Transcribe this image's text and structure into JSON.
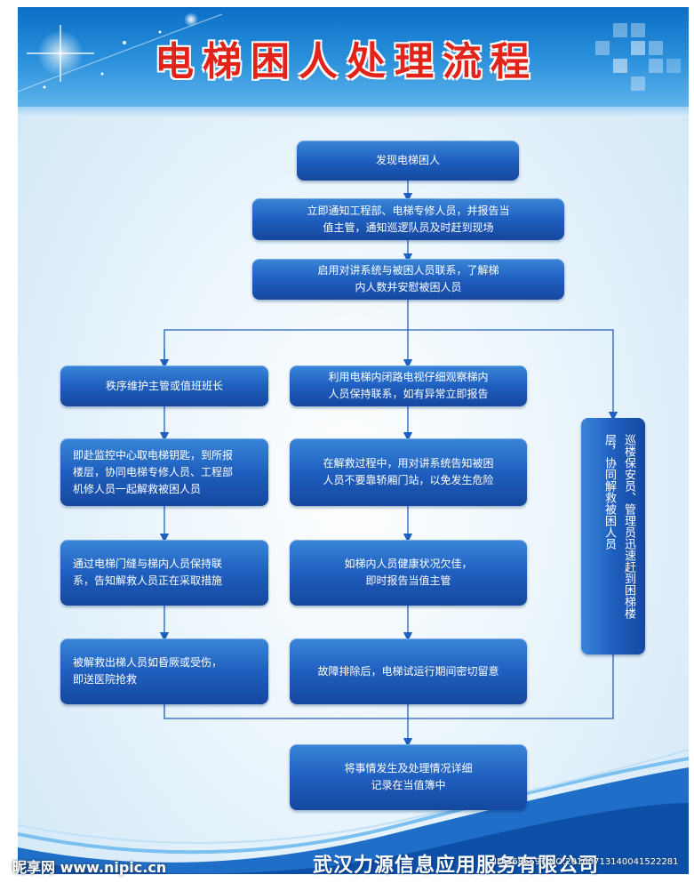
{
  "header": {
    "title": "电梯困人处理流程"
  },
  "flow": {
    "step1": "发现电梯困人",
    "step2": [
      "立即通知工程部、电梯专修人员，并报告当",
      "值主管，通知巡逻队员及时赶到现场"
    ],
    "step3": [
      "启用对讲系统与被困人员联系，了解梯",
      "内人数并安慰被困人员"
    ],
    "left": {
      "s1": "秩序维护主管或值班班长",
      "s2": [
        "即赴监控中心取电梯钥匙，到所报",
        "楼层，协同电梯专修人员、工程部",
        "机修人员一起解救被困人员"
      ],
      "s3": [
        "通过电梯门缝与梯内人员保持联",
        "系，告知解救人员正在采取措施"
      ],
      "s4": [
        "被解救出梯人员如昏厥或受伤，",
        "即送医院抢救"
      ]
    },
    "middle": {
      "s1": [
        "利用电梯内闭路电视仔细观察梯内",
        "人员保持联系，如有异常立即报告"
      ],
      "s2": [
        "在解救过程中，用对讲系统告知被困",
        "人员不要靠轿厢门站，以免发生危险"
      ],
      "s3": [
        "如梯内人员健康状况欠佳，",
        "即时报告当值主管"
      ],
      "s4": "故障排除后，电梯试运行期间密切留意"
    },
    "right": {
      "s1": "巡楼保安员、管理员迅速赶到困梯楼层，协同解救被困人员"
    },
    "final": [
      "将事情发生及处理情况详细",
      "记录在当值簿中"
    ]
  },
  "footer": {
    "company": "武汉力源信息应用服务有限公司",
    "watermark_left": "昵享网 www.nipic.cn",
    "watermark_right": "ID:3686597 NO:20160713140041522281"
  },
  "colors": {
    "title": "#e2231a",
    "box": "#1f5fbf",
    "line": "#1f5fbf",
    "header": "#0a6fc6"
  }
}
